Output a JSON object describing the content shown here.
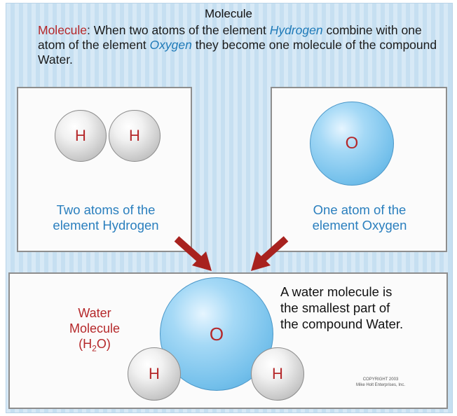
{
  "title": "Molecule",
  "intro": {
    "lead": "Molecule",
    "p1": ": When two atoms of the element ",
    "hydrogen": "Hydrogen",
    "p2": " combine with one atom of the element ",
    "oxygen": "Oxygen",
    "p3": " they become one molecule of the compound Water."
  },
  "hydrogen_panel": {
    "atom1": "H",
    "atom2": "H",
    "label_line1": "Two atoms of the",
    "label_line2": "element Hydrogen"
  },
  "oxygen_panel": {
    "atom": "O",
    "label_line1": "One atom of the",
    "label_line2": "element Oxygen"
  },
  "water_panel": {
    "label_line1": "Water",
    "label_line2": "Molecule",
    "formula_pre": "(H",
    "formula_sub": "2",
    "formula_post": "O)",
    "oxygen": "O",
    "hydrogen_left": "H",
    "hydrogen_right": "H",
    "desc_line1": "A water molecule is",
    "desc_line2": "the smallest part of",
    "desc_line3": "the compound Water.",
    "copyright_line1": "COPYRIGHT 2003",
    "copyright_line2": "Mike Holt Enterprises, Inc."
  },
  "colors": {
    "accent_red": "#b5282a",
    "accent_blue": "#1f7ab8",
    "oxygen_fill": "#74c0eb",
    "hydrogen_fill": "#c4c4c4",
    "arrow": "#a8221f"
  }
}
